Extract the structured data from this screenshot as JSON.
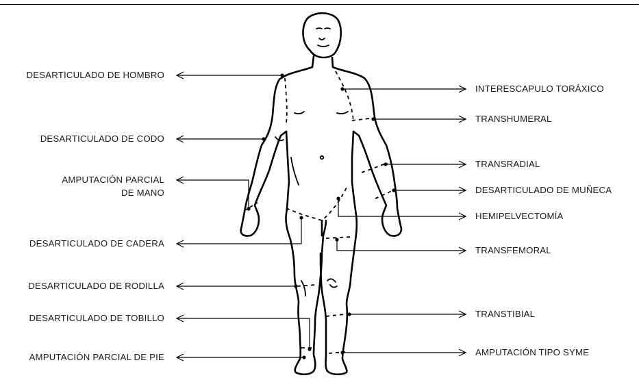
{
  "left_labels": {
    "shoulder": "DESARTICULADO DE HOMBRO",
    "elbow": "DESARTICULADO DE CODO",
    "hand_line1": "AMPUTACIÓN PARCIAL",
    "hand_line2": "DE MANO",
    "hip": "DESARTICULADO DE CADERA",
    "knee": "DESARTICULADO DE RODILLA",
    "ankle": "DESARTICULADO DE TOBILLO",
    "foot": "AMPUTACIÓN PARCIAL DE PIE"
  },
  "right_labels": {
    "interscapular": "INTERESCAPULO TORÁXICO",
    "transhumeral": "TRANSHUMERAL",
    "transradial": "TRANSRADIAL",
    "wrist": "DESARTICULADO DE MUÑECA",
    "hemipelvectomy": "HEMIPELVECTOMÍA",
    "transfemoral": "TRANSFEMORAL",
    "transtibial": "TRANSTIBIAL",
    "syme": "AMPUTACIÓN TIPO SYME"
  }
}
